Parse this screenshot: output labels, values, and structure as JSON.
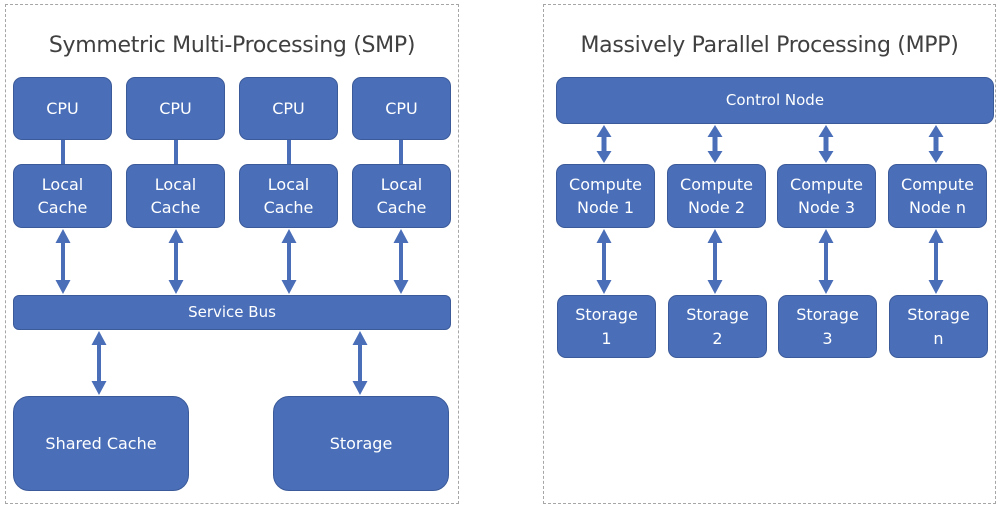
{
  "colors": {
    "box_fill": "#4a6fb8",
    "box_border": "#3b5a9a",
    "arrow": "#4a6fb8",
    "title_text": "#404040",
    "panel_border": "#a6a6a6"
  },
  "smp": {
    "title": "Symmetric Multi-Processing (SMP)",
    "cpus": [
      {
        "label": "CPU",
        "cache_line1": "Local",
        "cache_line2": "Cache"
      },
      {
        "label": "CPU",
        "cache_line1": "Local",
        "cache_line2": "Cache"
      },
      {
        "label": "CPU",
        "cache_line1": "Local",
        "cache_line2": "Cache"
      },
      {
        "label": "CPU",
        "cache_line1": "Local",
        "cache_line2": "Cache"
      }
    ],
    "bus": "Service Bus",
    "shared_cache": "Shared Cache",
    "storage": "Storage"
  },
  "mpp": {
    "title": "Massively Parallel Processing (MPP)",
    "control": "Control Node",
    "nodes": [
      {
        "line1": "Compute",
        "line2": "Node 1",
        "storage_line1": "Storage",
        "storage_line2": "1"
      },
      {
        "line1": "Compute",
        "line2": "Node 2",
        "storage_line1": "Storage",
        "storage_line2": "2"
      },
      {
        "line1": "Compute",
        "line2": "Node 3",
        "storage_line1": "Storage",
        "storage_line2": "3"
      },
      {
        "line1": "Compute",
        "line2": "Node n",
        "storage_line1": "Storage",
        "storage_line2": "n"
      }
    ]
  }
}
